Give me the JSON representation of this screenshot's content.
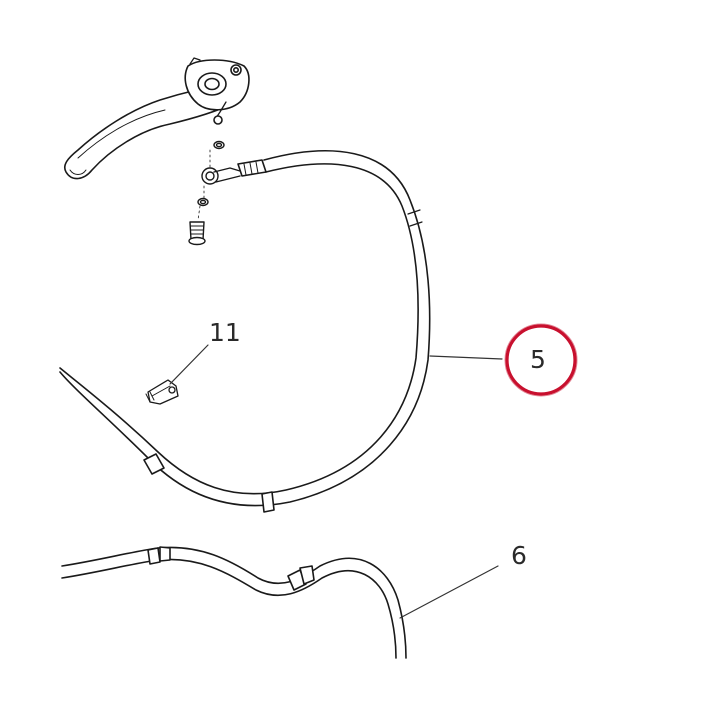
{
  "diagram": {
    "callouts": [
      {
        "id": "11",
        "label": "11"
      },
      {
        "id": "5",
        "label": "5",
        "highlighted": true
      },
      {
        "id": "6",
        "label": "6"
      }
    ]
  },
  "colors": {
    "line": "#1a1a1a",
    "highlight": "#c8102e",
    "label": "#2a2a2a",
    "background": "#ffffff"
  }
}
